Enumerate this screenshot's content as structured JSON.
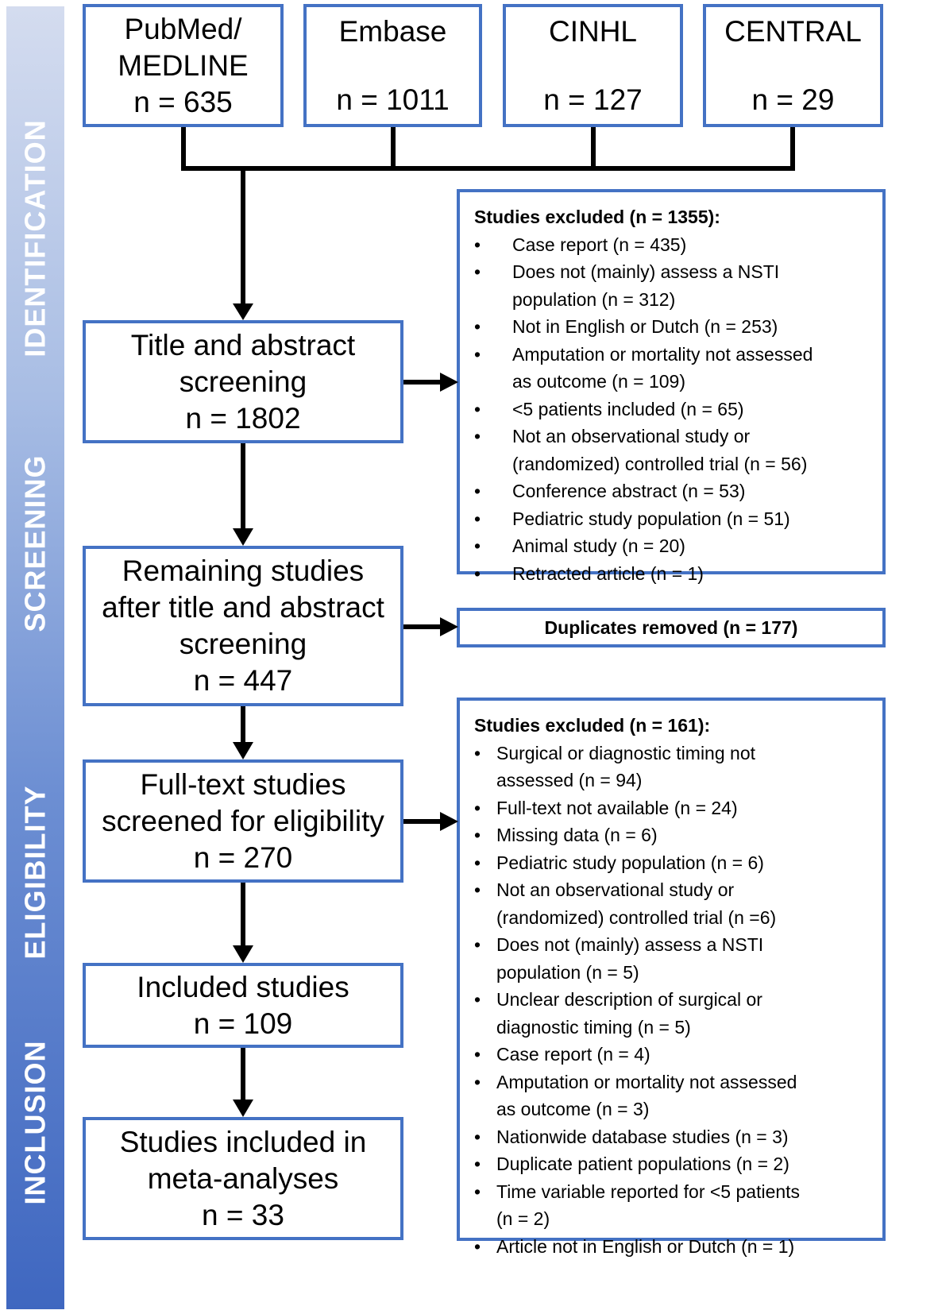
{
  "phases": [
    "IDENTIFICATION",
    "SCREENING",
    "ELIGIBILITY",
    "INCLUSION"
  ],
  "databases": [
    {
      "name_lines": [
        "PubMed/",
        "MEDLINE"
      ],
      "count": "n = 635"
    },
    {
      "name_lines": [
        "Embase"
      ],
      "count": "n = 1011"
    },
    {
      "name_lines": [
        "CINHL"
      ],
      "count": "n = 127"
    },
    {
      "name_lines": [
        "CENTRAL"
      ],
      "count": "n = 29"
    }
  ],
  "flow": [
    {
      "lines": [
        "Title and abstract",
        "screening",
        "n = 1802"
      ]
    },
    {
      "lines": [
        "Remaining studies",
        "after title and abstract",
        "screening",
        "n = 447"
      ]
    },
    {
      "lines": [
        "Full-text studies",
        "screened for eligibility",
        "n = 270"
      ]
    },
    {
      "lines": [
        "Included studies",
        "n = 109"
      ]
    },
    {
      "lines": [
        "Studies included in",
        "meta-analyses",
        "n = 33"
      ]
    }
  ],
  "exclusions_1": {
    "header": "Studies  excluded  (n = 1355):",
    "items": [
      [
        "Case report  (n = 435)"
      ],
      [
        "Does not  (mainly)  assess  a NSTI",
        "population  (n = 312)"
      ],
      [
        "Not  in English  or Dutch  (n = 253)"
      ],
      [
        "Amputation  or mortality  not assessed",
        "as outcome  (n = 109)"
      ],
      [
        "<5 patients  included  (n = 65)"
      ],
      [
        "Not  an observational  study or",
        "(randomized)  controlled trial  (n = 56)"
      ],
      [
        "Conference  abstract  (n = 53)"
      ],
      [
        "Pediatric study population  (n = 51)"
      ],
      [
        "Animal  study  (n = 20)"
      ],
      [
        "Retracted  article  (n = 1)"
      ]
    ]
  },
  "duplicates": "Duplicates  removed  (n = 177)",
  "exclusions_2": {
    "header": "Studies  excluded  (n = 161):",
    "items": [
      [
        "Surgical or diagnostic timing  not",
        "assessed  (n = 94)"
      ],
      [
        "Full-text  not available  (n = 24)"
      ],
      [
        "Missing data  (n = 6)"
      ],
      [
        "Pediatric  study  population  (n = 6)"
      ],
      [
        "Not  an observational  study or",
        "(randomized)  controlled trial  (n =6)"
      ],
      [
        "Does  not  (mainly)  assess  a NSTI",
        "population  (n = 5)"
      ],
      [
        "Unclear description of surgical or",
        "diagnostic  timing  (n = 5)"
      ],
      [
        "Case report  (n = 4)"
      ],
      [
        "Amputation  or mortality  not assessed",
        "as outcome  (n = 3)"
      ],
      [
        "Nationwide  database  studies  (n = 3)"
      ],
      [
        "Duplicate patient populations  (n = 2)"
      ],
      [
        "Time variable  reported  for <5 patients",
        "(n = 2)"
      ],
      [
        "Article  not in English  or Dutch  (n = 1)"
      ]
    ]
  },
  "colors": {
    "border": "#4472c4",
    "arrow": "#000000",
    "phase_text": "#ffffff"
  }
}
